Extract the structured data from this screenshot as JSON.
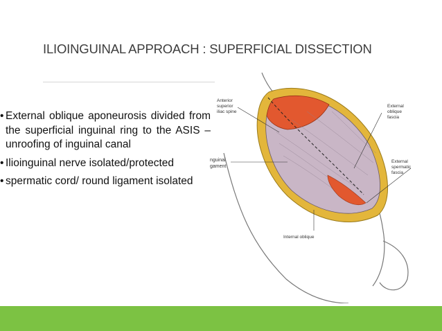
{
  "slide": {
    "title": "ILIOINGUINAL APPROACH : SUPERFICIAL DISSECTION",
    "bullets": [
      {
        "marker": "•",
        "text": "External oblique aponeurosis divided from the superficial inguinal ring to the ASIS – unroofing of inguinal canal"
      },
      {
        "marker": "•",
        "text": "Ilioinguinal nerve isolated/protected"
      },
      {
        "marker": "•",
        "text": "spermatic cord/ round ligament isolated"
      }
    ]
  },
  "figure": {
    "labels": {
      "asis_1": "Anterior",
      "asis_2": "superior",
      "asis_3": "iliac spine",
      "inguinal_1": "nguinal",
      "inguinal_2": "gament",
      "ext_oblique_1": "External",
      "ext_oblique_2": "oblique",
      "ext_oblique_3": "fascia",
      "ext_spermatic_1": "External",
      "ext_spermatic_2": "spermatic",
      "ext_spermatic_3": "fascia",
      "internal_oblique": "Internal oblique"
    },
    "colors": {
      "muscle": "#e2582f",
      "fascia": "#c9b6c6",
      "fat": "#e3b63b",
      "outline": "#555555"
    }
  },
  "theme": {
    "accent_bar": "#7cc243"
  }
}
